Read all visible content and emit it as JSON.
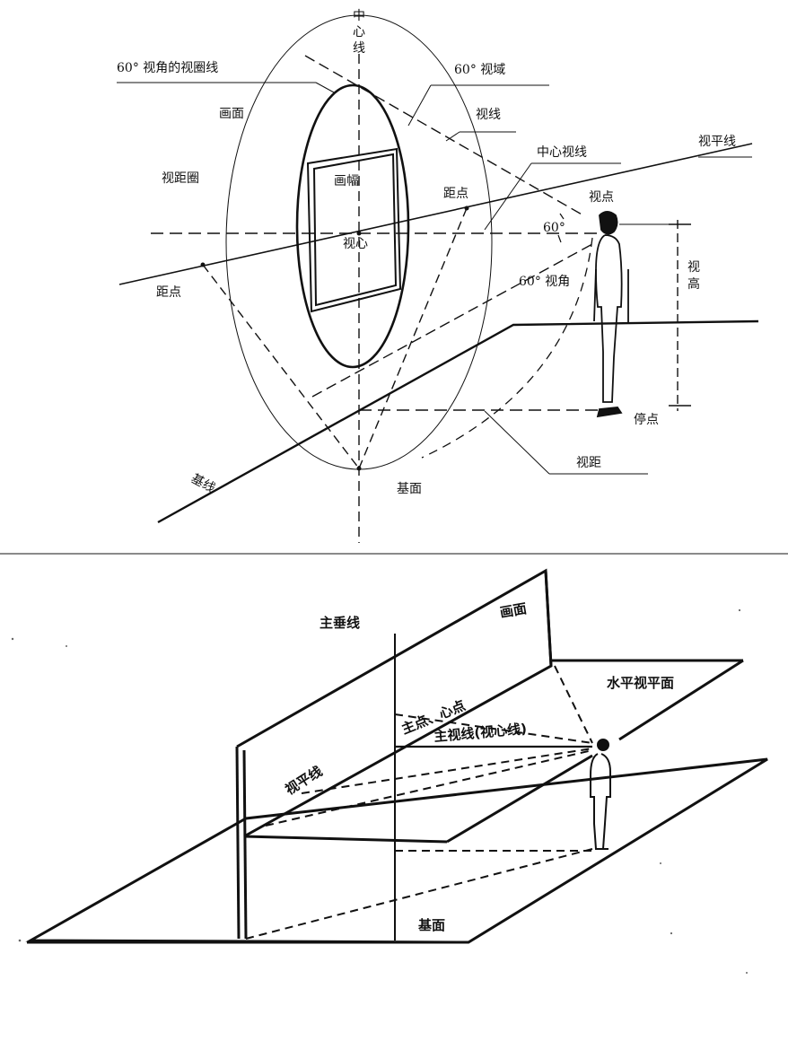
{
  "top": {
    "labels": {
      "center_line": "中心线",
      "view_circle_60": "60° 视角的视圈线",
      "view_field_60": "60° 视域",
      "picture_plane": "画面",
      "sight_line": "视线",
      "center_sight_line": "中心视线",
      "horizon_line": "视平线",
      "distance_circle": "视距圈",
      "picture_frame": "画幅",
      "distance_point_right": "距点",
      "viewpoint": "视点",
      "angle_60": "60°",
      "view_center": "视心",
      "view_height_1": "视",
      "view_height_2": "高",
      "distance_point_left": "距点",
      "view_angle_60": "60° 视角",
      "station_point": "停点",
      "base_line": "基线",
      "viewing_distance": "视距",
      "ground_plane": "基面"
    }
  },
  "bottom": {
    "labels": {
      "main_vertical_line": "主垂线",
      "picture_plane": "画面",
      "horizontal_view_plane": "水平视平面",
      "principal_point": "主点、心点",
      "principal_sight_line": "主视线(视心线)",
      "horizon_line": "视平线",
      "ground_plane": "基面"
    }
  }
}
